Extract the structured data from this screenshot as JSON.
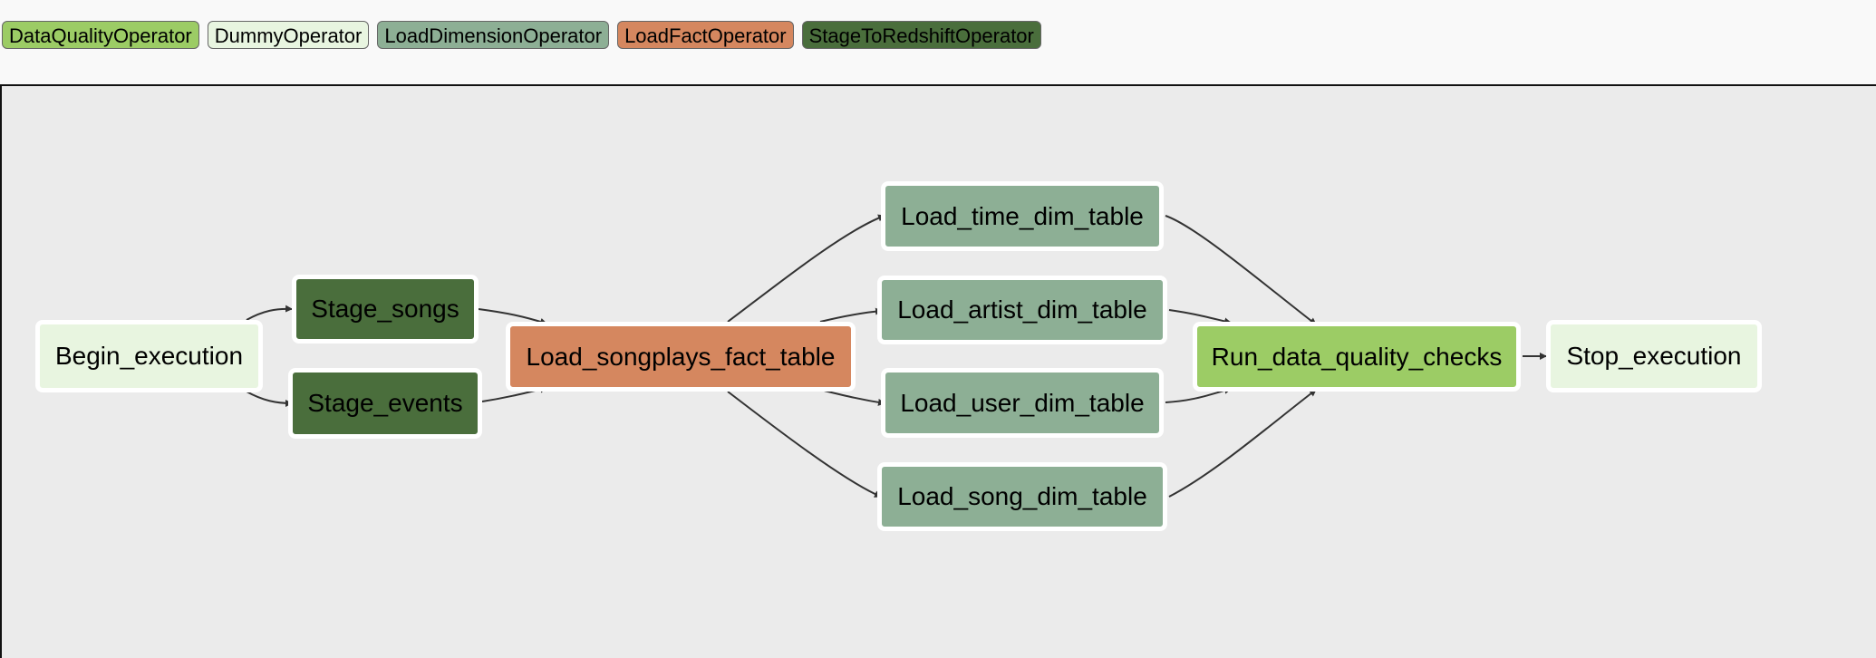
{
  "legend": [
    {
      "label": "DataQualityOperator",
      "color": "#9ccc65"
    },
    {
      "label": "DummyOperator",
      "color": "#e8f5e0"
    },
    {
      "label": "LoadDimensionOperator",
      "color": "#8daf95"
    },
    {
      "label": "LoadFactOperator",
      "color": "#d5875f"
    },
    {
      "label": "StageToRedshiftOperator",
      "color": "#4a6e3c"
    }
  ],
  "nodes": {
    "begin_execution": {
      "label": "Begin_execution",
      "color": "#e8f5e0"
    },
    "stage_songs": {
      "label": "Stage_songs",
      "color": "#4a6e3c"
    },
    "stage_events": {
      "label": "Stage_events",
      "color": "#4a6e3c"
    },
    "load_songplays_fact_table": {
      "label": "Load_songplays_fact_table",
      "color": "#d5875f"
    },
    "load_time_dim_table": {
      "label": "Load_time_dim_table",
      "color": "#8daf95"
    },
    "load_artist_dim_table": {
      "label": "Load_artist_dim_table",
      "color": "#8daf95"
    },
    "load_user_dim_table": {
      "label": "Load_user_dim_table",
      "color": "#8daf95"
    },
    "load_song_dim_table": {
      "label": "Load_song_dim_table",
      "color": "#8daf95"
    },
    "run_data_quality_checks": {
      "label": "Run_data_quality_checks",
      "color": "#9ccc65"
    },
    "stop_execution": {
      "label": "Stop_execution",
      "color": "#e8f5e0"
    }
  }
}
